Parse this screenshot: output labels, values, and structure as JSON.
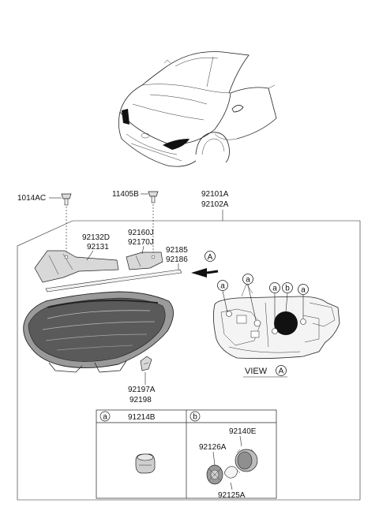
{
  "parts": {
    "bolt_left": "1014AC",
    "bolt_right": "11405B",
    "assembly_1": "92101A",
    "assembly_2": "92102A",
    "bracket_1": "92132D",
    "bracket_2": "92131",
    "cover_1": "92160J",
    "cover_2": "92170J",
    "strip_1": "92185",
    "strip_2": "92186",
    "clip_1": "92197A",
    "clip_2": "92198"
  },
  "view": {
    "caption": "VIEW",
    "marker": "A",
    "callout_a": "a",
    "callout_b": "b"
  },
  "legend": {
    "a_key": "a",
    "a_part": "91214B",
    "b_key": "b",
    "b_part_1": "92140E",
    "b_part_2": "92126A",
    "b_part_3": "92125A"
  }
}
